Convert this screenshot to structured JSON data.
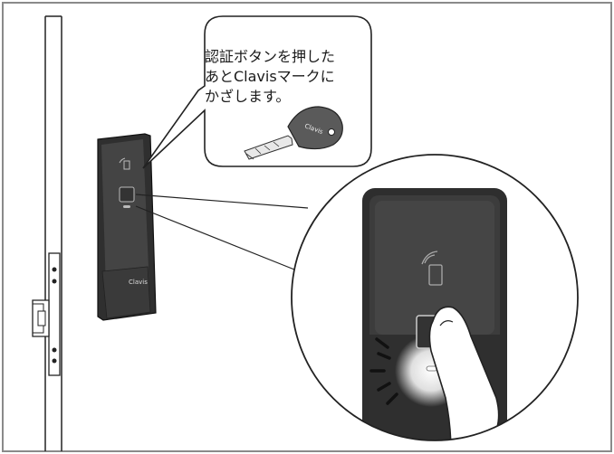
{
  "callout": {
    "lines": [
      "認証ボタンを押した",
      "あとClavisマークに",
      "かざします。"
    ]
  },
  "device_brand": "Clavis",
  "colors": {
    "frame": "#8a8a8a",
    "device_body": "#3a3a3a",
    "device_face": "#4a4a4a",
    "glow": "#ffffff",
    "line": "#222222"
  },
  "icons": [
    "key-icon",
    "nfc-mark-icon",
    "finger-icon",
    "light-burst-icon"
  ]
}
